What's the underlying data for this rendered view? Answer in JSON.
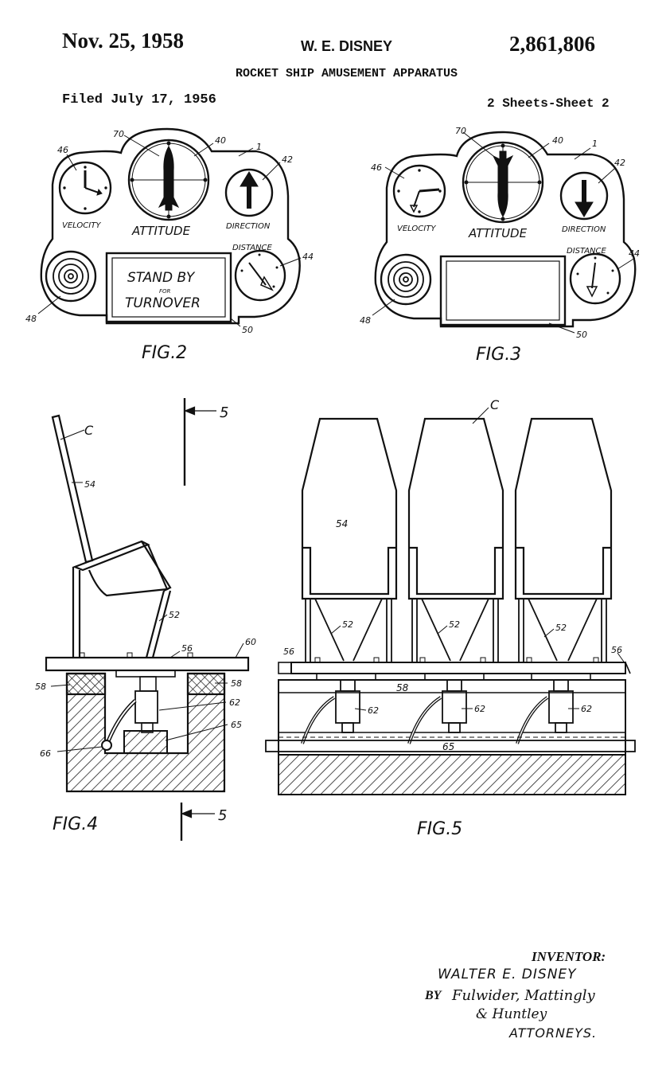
{
  "header": {
    "date": "Nov. 25, 1958",
    "inventor_name": "W. E. DISNEY",
    "patent_number": "2,861,806",
    "title": "ROCKET SHIP AMUSEMENT APPARATUS",
    "filed": "Filed July 17, 1956",
    "sheets": "2 Sheets-Sheet 2"
  },
  "fig2": {
    "label": "FIG.2",
    "velocity": "VELOCITY",
    "attitude": "ATTITUDE",
    "direction": "DIRECTION",
    "distance": "DISTANCE",
    "screen_line1": "STAND BY",
    "screen_line2": "FOR",
    "screen_line3": "TURNOVER",
    "refs": [
      "70",
      "40",
      "1",
      "46",
      "42",
      "44",
      "48",
      "50"
    ]
  },
  "fig3": {
    "label": "FIG.3",
    "velocity": "VELOCITY",
    "attitude": "ATTITUDE",
    "direction": "DIRECTION",
    "distance": "DISTANCE",
    "refs": [
      "70",
      "40",
      "1",
      "46",
      "42",
      "44",
      "48",
      "50"
    ]
  },
  "fig4": {
    "label": "FIG.4",
    "refs": [
      "C",
      "54",
      "52",
      "56",
      "60",
      "58",
      "58",
      "62",
      "65",
      "66"
    ],
    "section_mark": "5"
  },
  "fig5": {
    "label": "FIG.5",
    "refs": [
      "C",
      "54",
      "52",
      "52",
      "52",
      "56",
      "56",
      "58",
      "62",
      "62",
      "62",
      "65"
    ]
  },
  "signature": {
    "inventor_label": "INVENTOR:",
    "inventor": "WALTER E. DISNEY",
    "by": "BY",
    "attorneys_line1": "Fulwider, Mattingly",
    "attorneys_line2": "& Huntley",
    "attorneys_label": "ATTORNEYS."
  }
}
